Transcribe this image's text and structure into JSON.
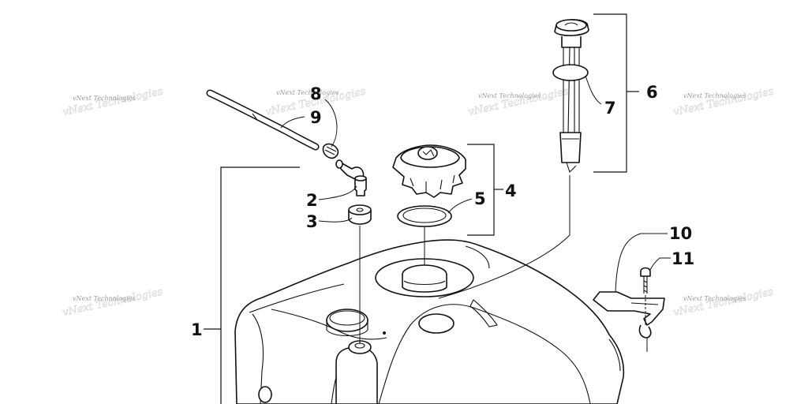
{
  "callouts": {
    "c1": "1",
    "c2": "2",
    "c3": "3",
    "c4": "4",
    "c5": "5",
    "c6": "6",
    "c7": "7",
    "c8": "8",
    "c9": "9",
    "c10": "10",
    "c11": "11"
  },
  "watermark": {
    "text": "vNext Technologies"
  },
  "colors": {
    "line": "#111111",
    "watermark": "#9a9a9a",
    "background": "#ffffff"
  }
}
